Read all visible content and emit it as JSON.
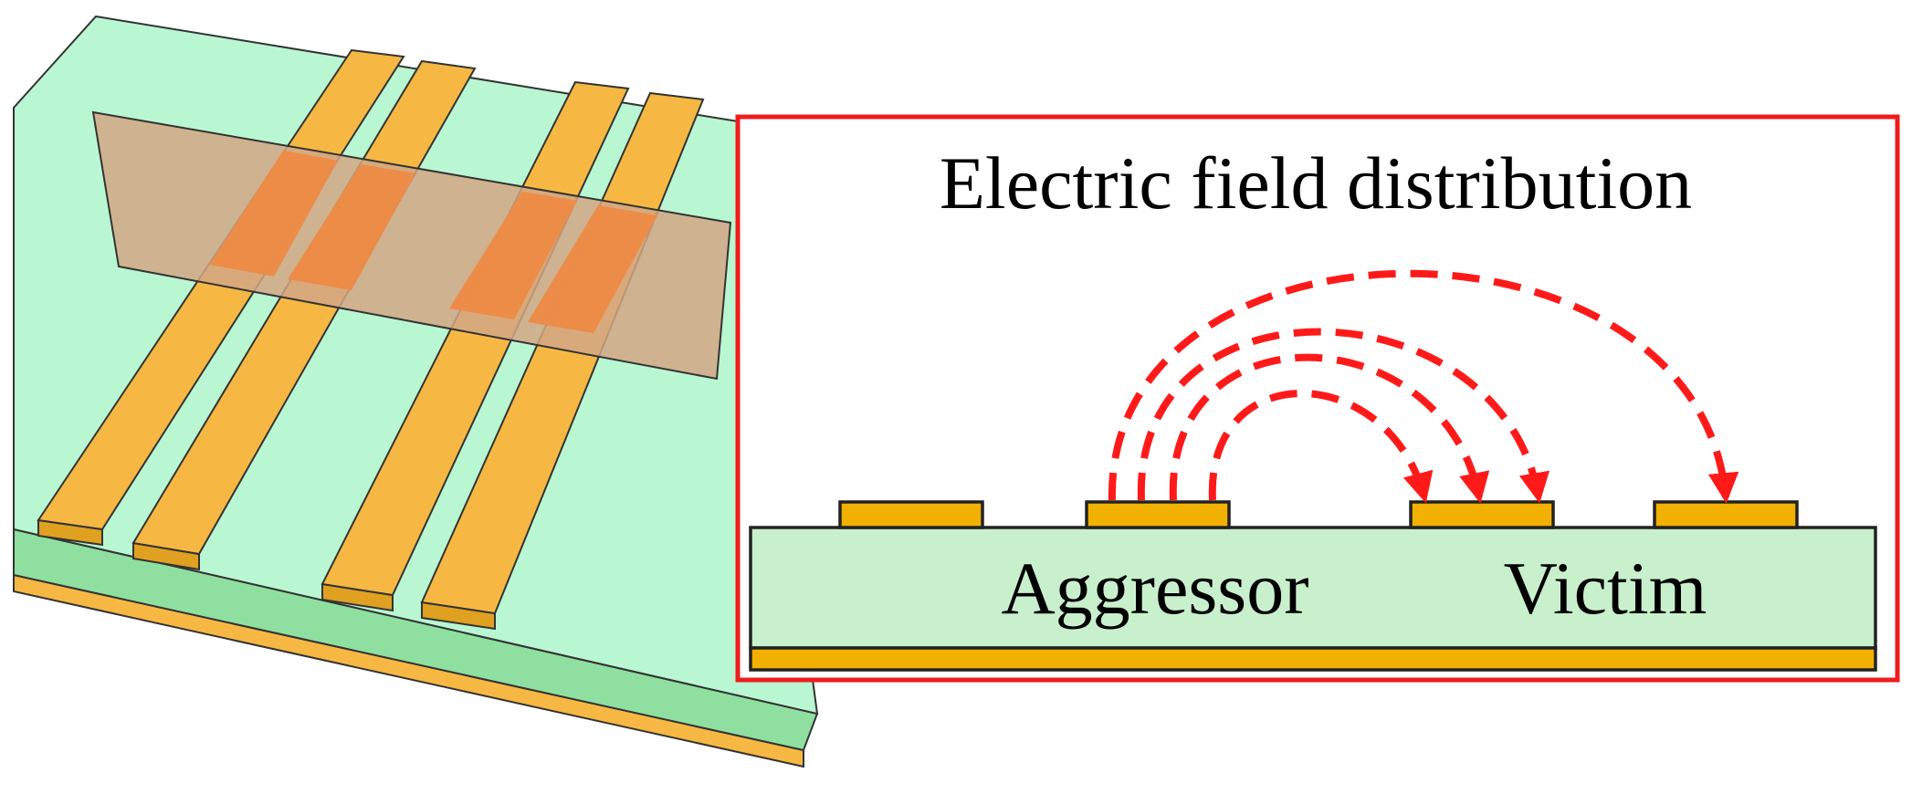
{
  "cross_section": {
    "title": "Electric field distribution",
    "aggressor_label": "Aggressor",
    "victim_label": "Victim"
  },
  "colors": {
    "substrate_top": "#b9f7d2",
    "substrate_side": "#8fe0a0",
    "conductor": "#f7b843",
    "conductor_dark": "#e0a020",
    "cut_plane": "#d2b090",
    "cut_overlap": "#ee8a45",
    "frame_red": "#ee1c1c",
    "field_line": "#ff1a1a",
    "dielectric": "#c8f0cc",
    "metal": "#f2b000"
  }
}
